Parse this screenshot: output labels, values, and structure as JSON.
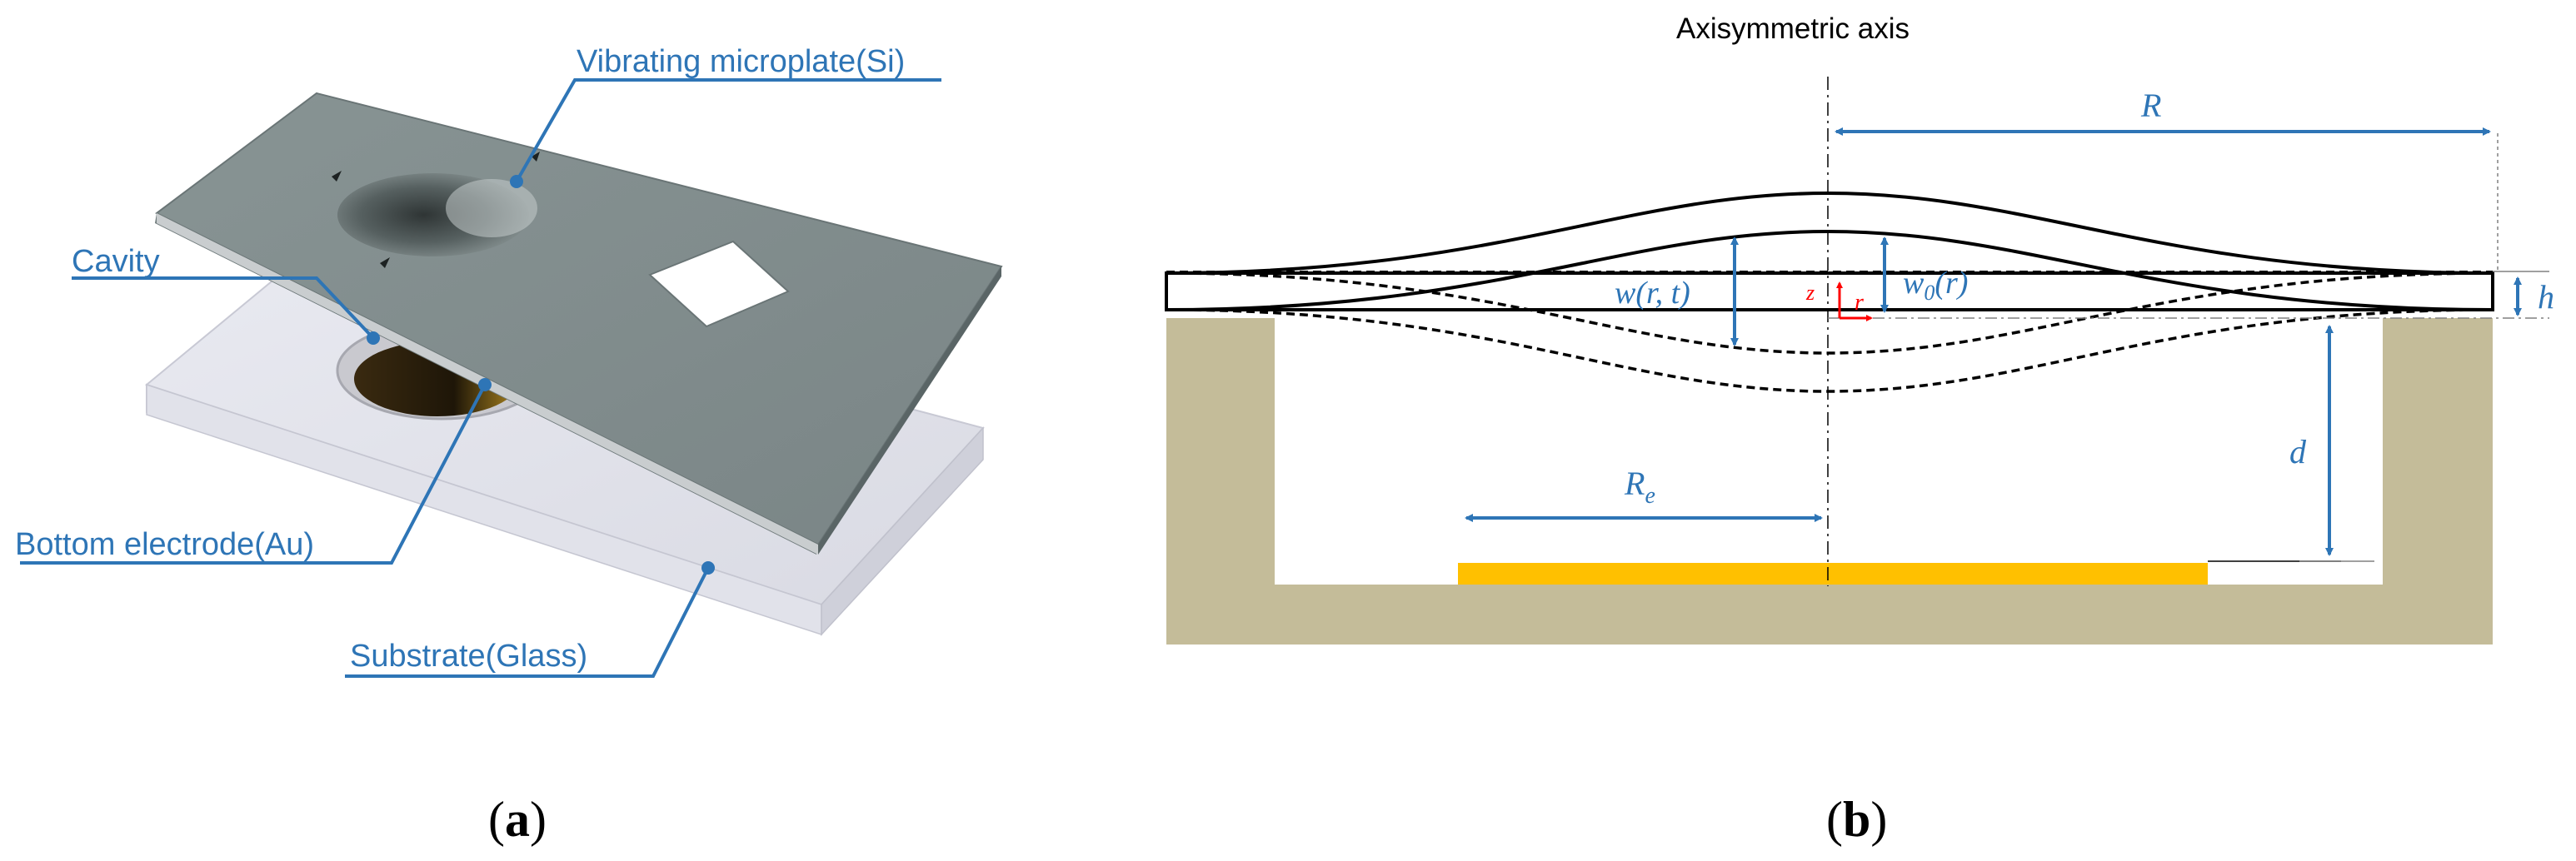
{
  "panel_a": {
    "caption_open": "(",
    "caption_letter": "a",
    "caption_close": ")",
    "labels": {
      "microplate": "Vibrating microplate(Si)",
      "cavity": "Cavity",
      "electrode": "Bottom electrode(Au)",
      "substrate": "Substrate(Glass)"
    }
  },
  "panel_b": {
    "caption_open": "(",
    "caption_letter": "b",
    "caption_close": ")",
    "axis_title": "Axisymmetric axis",
    "symbols": {
      "R": "R",
      "h": "h",
      "d": "d",
      "Re_main": "R",
      "Re_sub": "e",
      "w": "w(r, t)",
      "w0_main": "w",
      "w0_sub": "0",
      "w0_args": "(r)",
      "z": "z",
      "r": "r"
    }
  },
  "colors": {
    "label_blue": "#2e75b6",
    "substrate": "#c4bc99",
    "electrode": "#ffc000",
    "plate_top": "#7f8b8c",
    "glass": "#e6e7ee",
    "axis_red": "#ff0000"
  }
}
